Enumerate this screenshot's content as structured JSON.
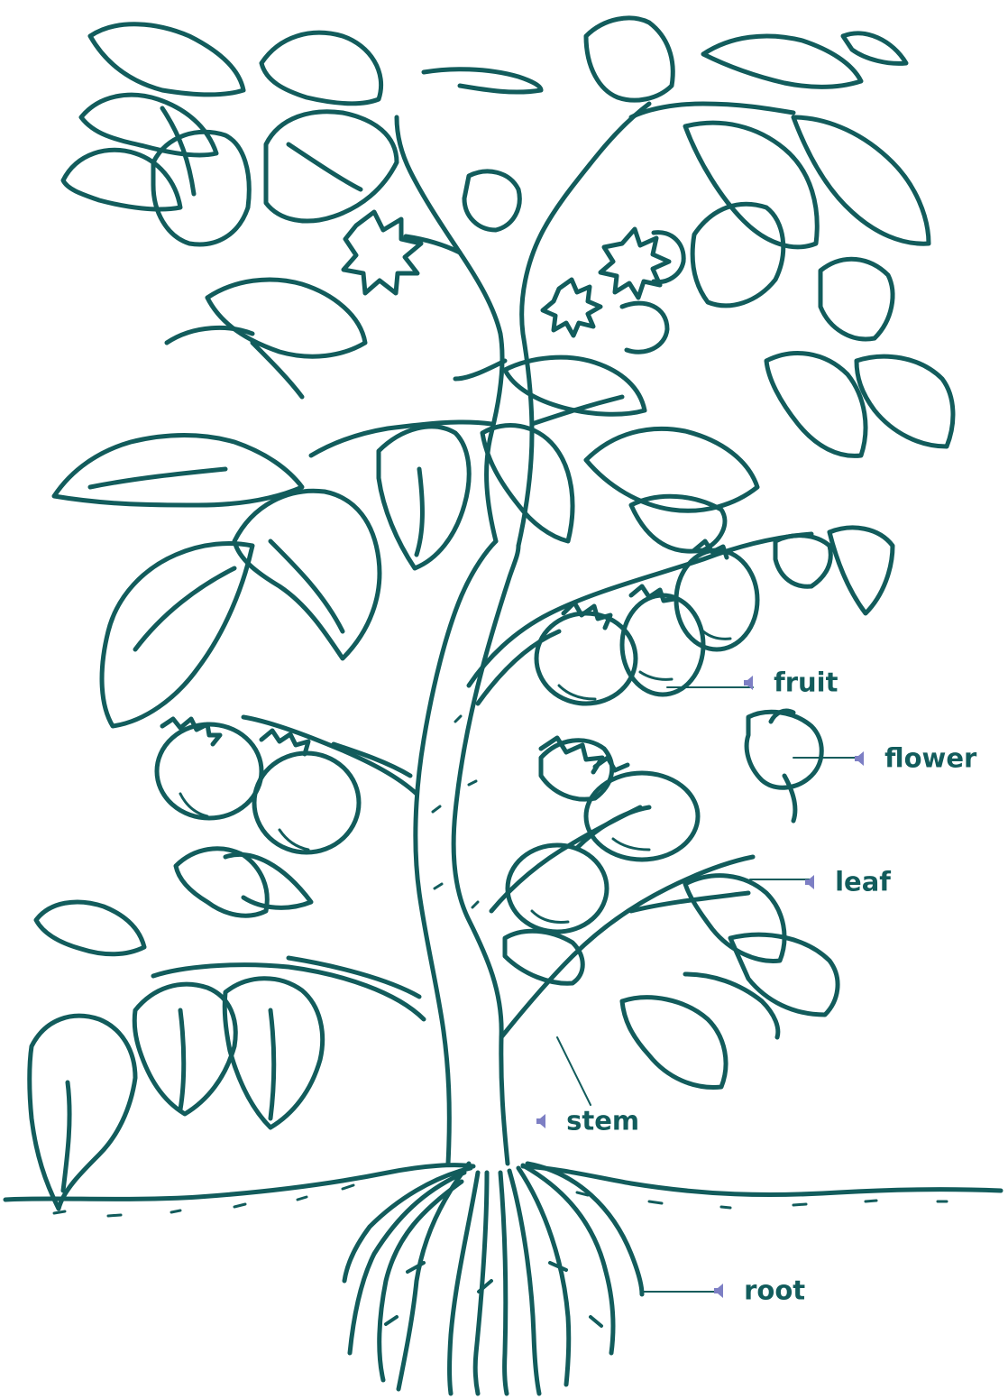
{
  "diagram": {
    "labels": {
      "fruit": "fruit",
      "flower": "flower",
      "leaf": "leaf",
      "stem": "stem",
      "root": "root"
    },
    "icons": {
      "audio": "speaker-icon"
    },
    "colors": {
      "line": "#125c5c",
      "label_text": "#125c5c",
      "speaker_icon": "#7d7fc4",
      "background": "#ffffff"
    }
  }
}
